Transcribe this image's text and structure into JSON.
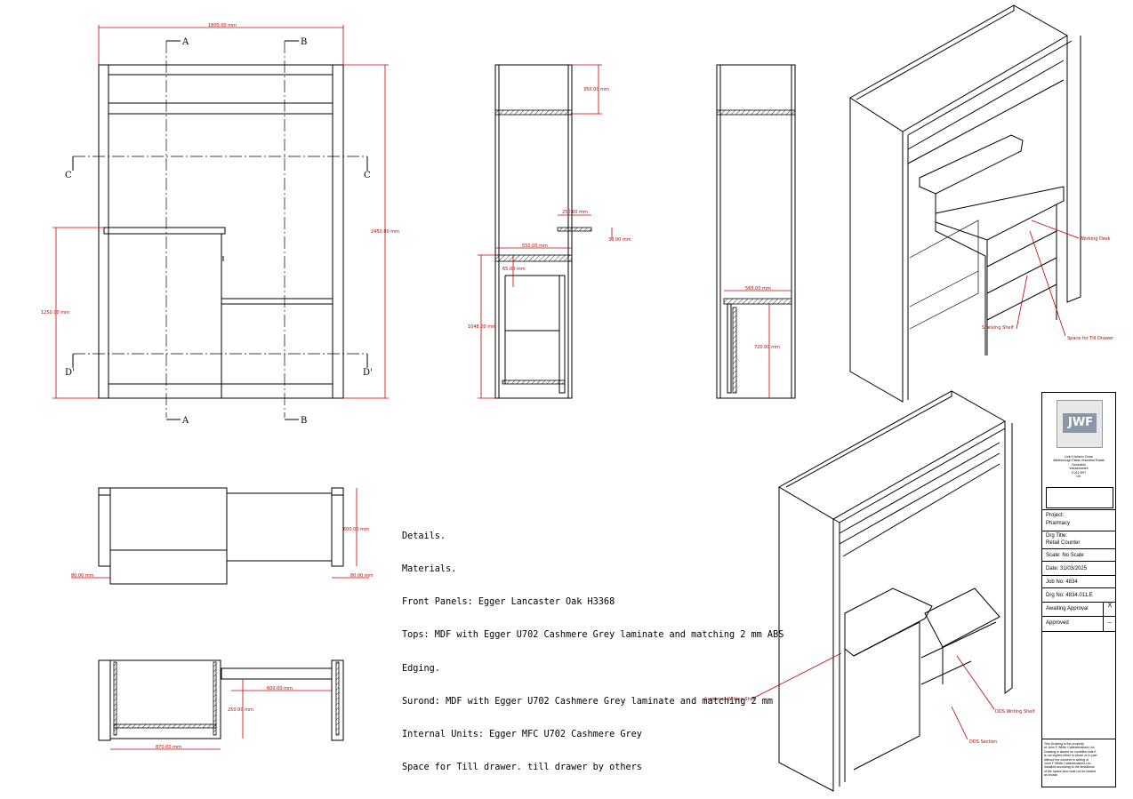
{
  "dimensions": {
    "overall_width": "1800.00 mm",
    "overall_height": "2450.00 mm",
    "counter_height": "1250.00 mm",
    "top_box": "350.00 mm",
    "shelf_width": "250.00 mm",
    "shelf_thk": "30.00 mm",
    "top_depth": "550.00 mm",
    "top_thk": "65.00 mm",
    "side_height": "1048.00 mm",
    "side_depth": "565.00 mm",
    "desk_height": "720.00 mm",
    "plan_depth": "600.00 mm",
    "plan_left_gap": "80.00 mm",
    "plan_right_gap": "80.00 mm",
    "plan2_depth": "600.00 mm",
    "plan2_height": "250.00 mm",
    "plan2_width": "870.00 mm"
  },
  "section_labels": {
    "a": "A",
    "b": "B",
    "c": "C",
    "d": "D'"
  },
  "callouts": {
    "working_desk": "Working Desk",
    "till_drawer": "Space for Till Drawer",
    "shelf_top": "Shelving Shelf",
    "customer_shelf": "Customer Writing Shelf",
    "dds_shelf": "DDS Writing Shelf",
    "dds_section": "DDS Section"
  },
  "notes": {
    "line1": "Details.",
    "line2": "Materials.",
    "line3": "Front Panels: Egger Lancaster Oak H3368",
    "line4": "Tops: MDF with Egger U702 Cashmere Grey laminate and matching 2 mm ABS",
    "line5": "Edging.",
    "line6": "Surond: MDF with Egger U702 Cashmere Grey laminate and matching 2 mm",
    "line7": "Internal Units: Egger MFC U702 Cashmere Grey",
    "line8": "Space for Till drawer. till drawer by others"
  },
  "title_block": {
    "logo_text": "JWF",
    "address": [
      "Unit 9 Nelson Close",
      "Attleborough Fields Industrial Estate",
      "Nuneaton",
      "Warwickshire",
      "CV11 6RT",
      "UK"
    ],
    "project_label": "Project:",
    "project_value": "Pharmacy",
    "drg_title_label": "Drg Title:",
    "drg_title_value": "Retail Counter",
    "scale": "Scale: No Scale",
    "date": "Date: 31/03/2025",
    "job_no": "Job No: 4834",
    "drg_no": "Drg No: 4834.011.E",
    "status1": "Awaiting Approval",
    "status1_mark": "X",
    "status2": "Approved",
    "status2_mark": "_",
    "copyright": [
      "This Drawing is the property",
      "of John F White Cabinetmakers Ltd.",
      "Drawing is issued on condition that it",
      "is not copied either in whole or in part",
      "without the consent in writing of",
      "John F White Cabinetmakers Ltd.",
      "installed according to the limitations",
      "of the space and must not be loaded",
      "as shown."
    ]
  }
}
